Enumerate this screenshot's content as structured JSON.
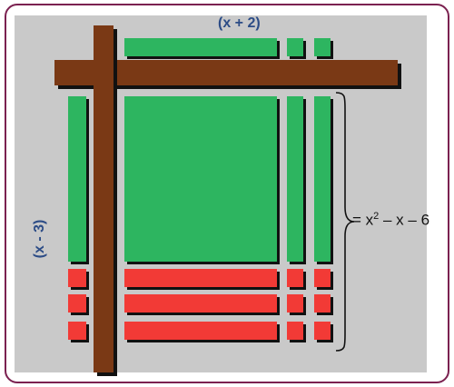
{
  "top_label": "(x + 2)",
  "side_label": "(x - 3)",
  "result": {
    "lhs": "= x",
    "exponent": "2",
    "rhs": " – x – 6"
  },
  "colors": {
    "x_squared_tile": "#2db560",
    "x_tile": "#2db560",
    "unit_tile_positive": "#2db560",
    "negative_tile": "#f23a36",
    "frame_beam": "#7a3915",
    "label": "#2c4c86",
    "border": "#7b2150"
  }
}
